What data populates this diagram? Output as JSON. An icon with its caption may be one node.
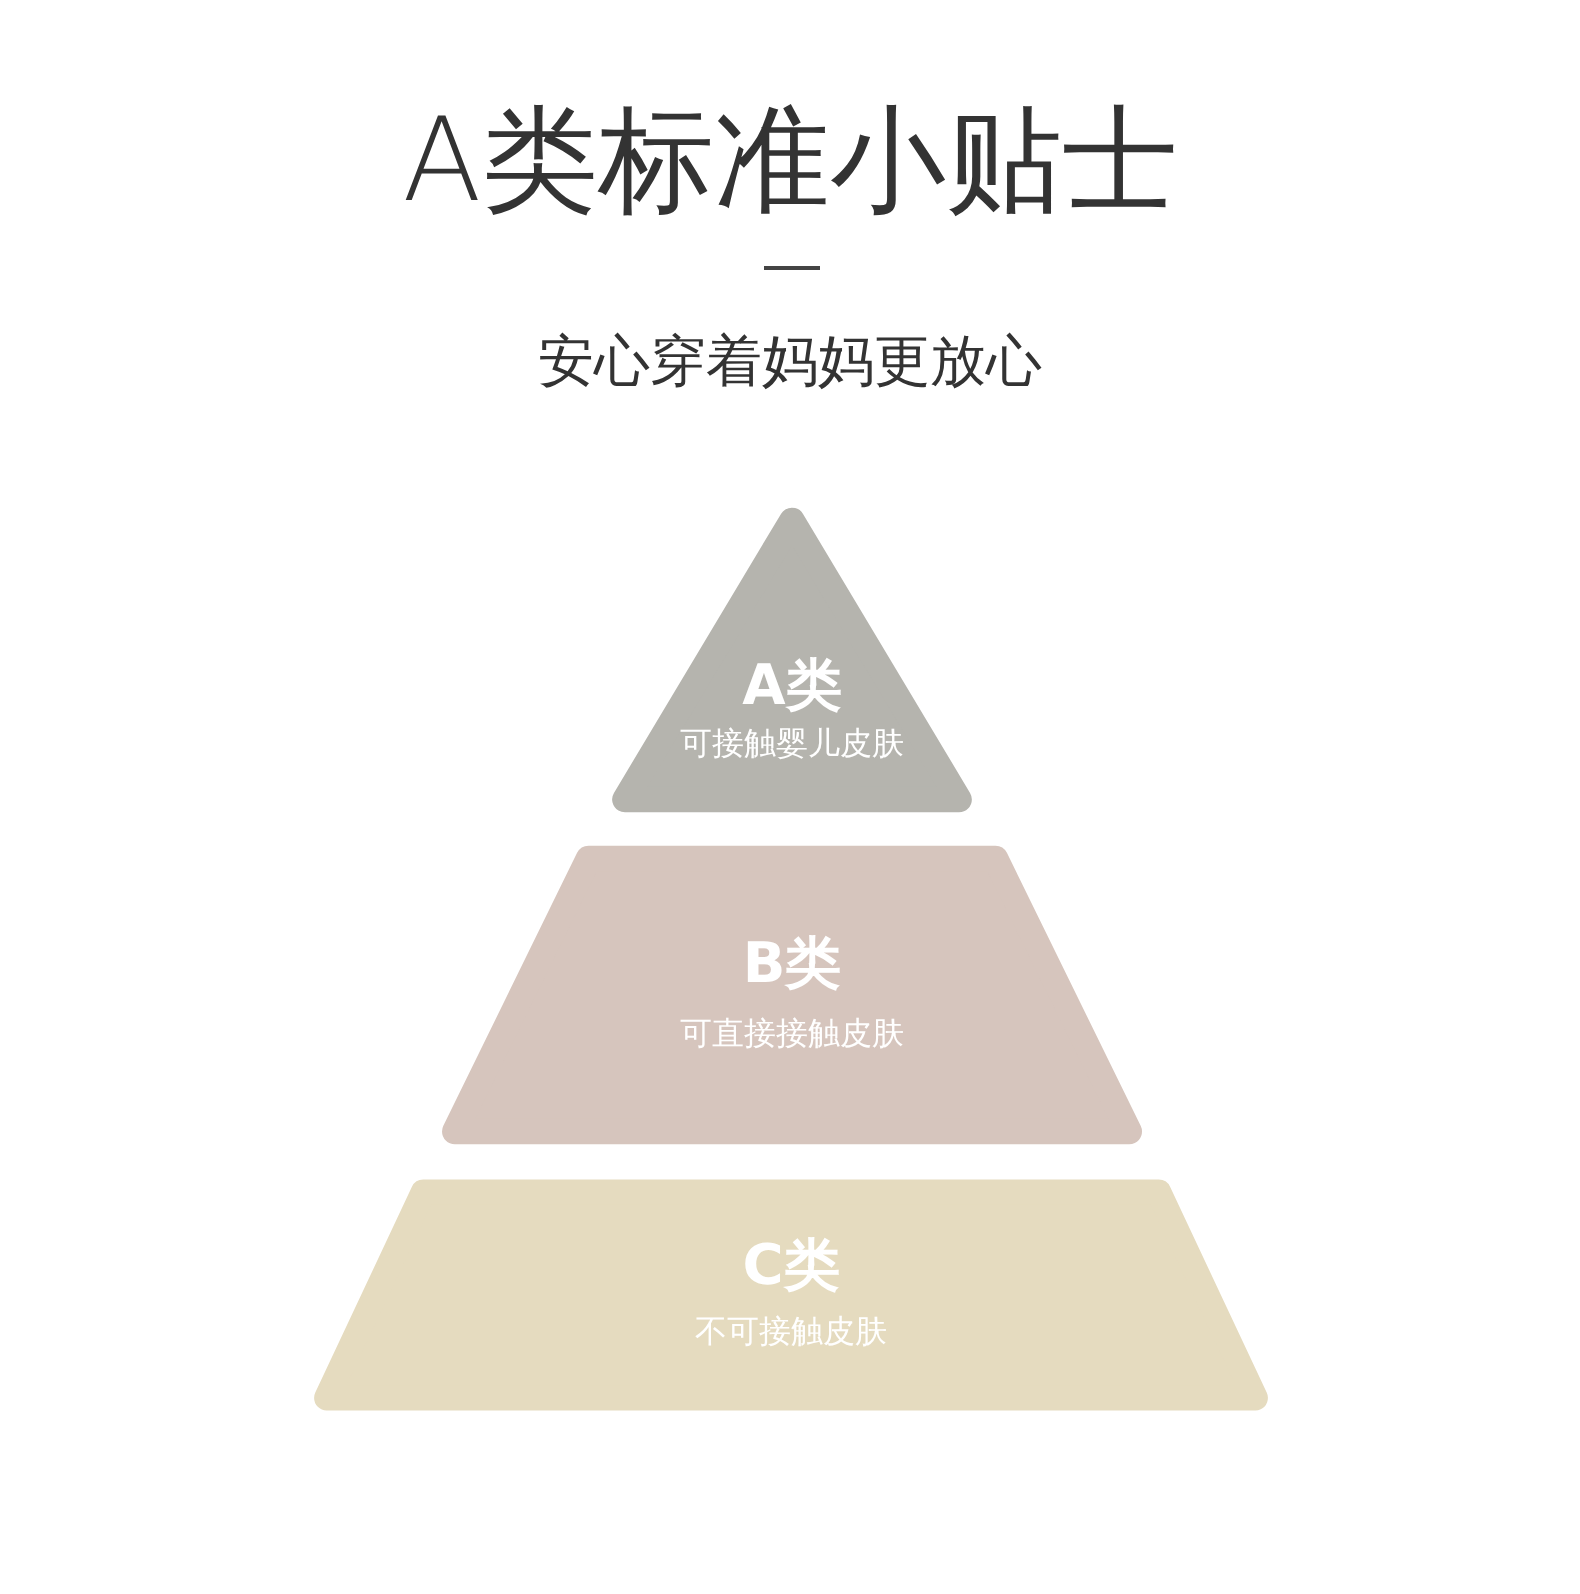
{
  "diagram": {
    "title": "A类标准小贴士",
    "nodes": [
      {
        "text": [
          "A类",
          "可接触婴儿皮肤"
        ]
      },
      {
        "text": [
          "B类",
          "可直接接触皮肤"
        ]
      },
      {
        "text": [
          "C类",
          "不可接触皮肤"
        ]
      }
    ],
    "labels": [
      "安心穿着妈妈更放心"
    ]
  }
}
